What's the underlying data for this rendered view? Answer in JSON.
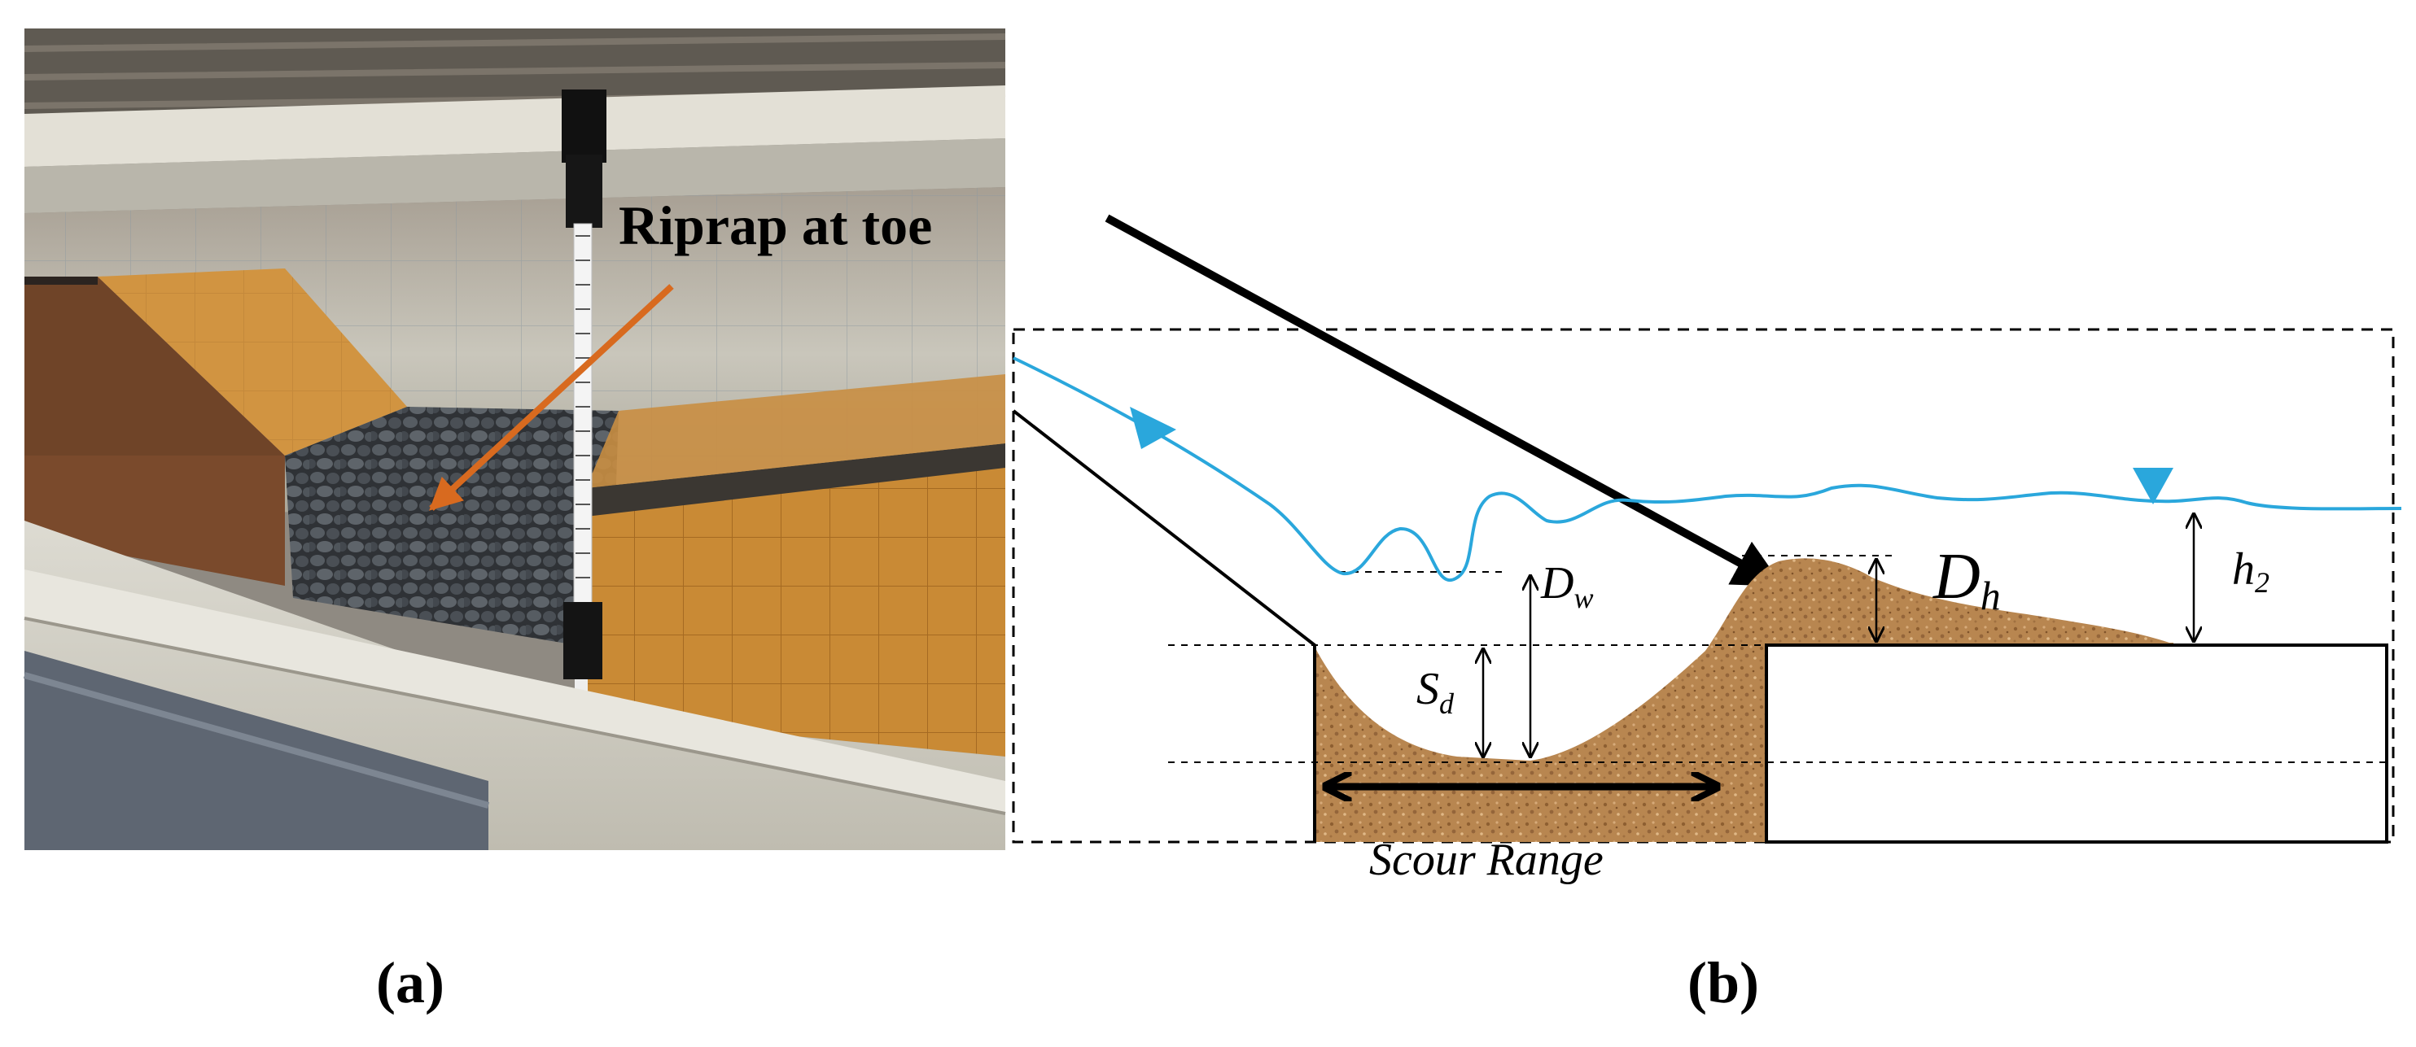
{
  "figure": {
    "photo_annotation": "Riprap at toe",
    "panel_a_label": "(a)",
    "panel_b_label": "(b)",
    "symbols": {
      "Dw_main": "D",
      "Dw_sub": "w",
      "Sd_main": "S",
      "Sd_sub": "d",
      "Dh_main": "D",
      "Dh_sub": "h",
      "h2_main": "h",
      "h2_sub": "2"
    },
    "scour_range_label": "Scour Range"
  },
  "colors": {
    "water_line": "#2aa7dc",
    "sediment": "#b5804c",
    "annotation_arrow_photo": "#d86a1f",
    "annotation_arrow": "#000000"
  }
}
